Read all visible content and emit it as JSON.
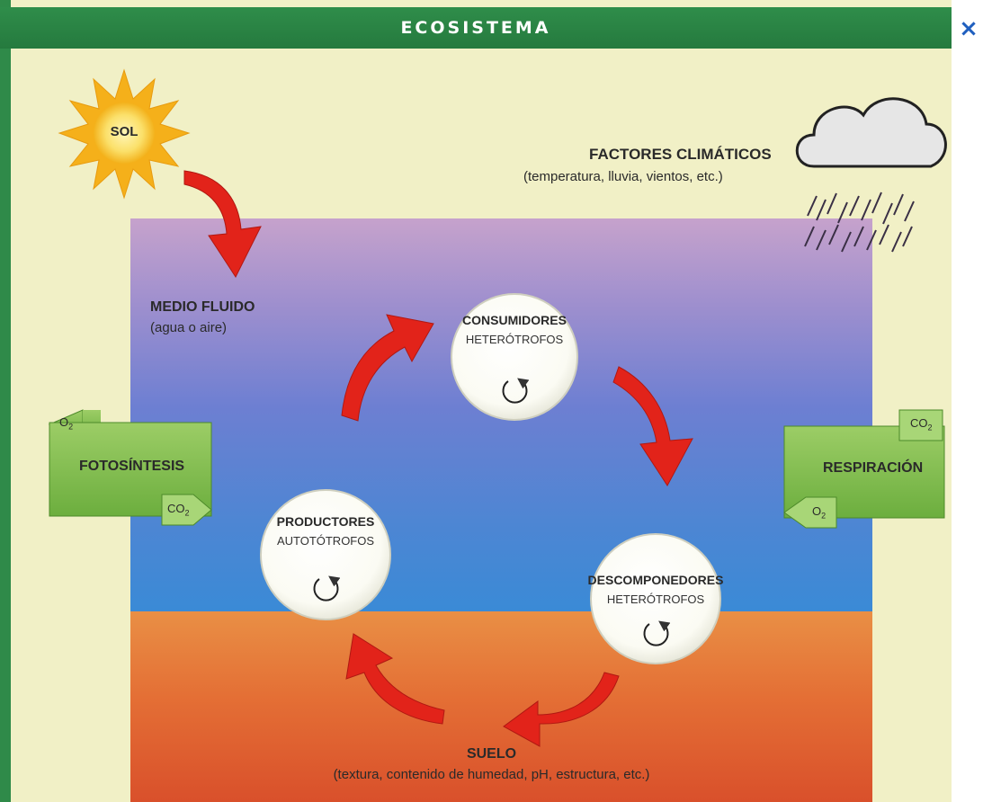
{
  "header": {
    "title": "ECOSISTEMA",
    "close_label": "×"
  },
  "sun": {
    "label": "SOL"
  },
  "climate": {
    "title": "FACTORES CLIMÁTICOS",
    "subtitle": "(temperatura, lluvia, vientos, etc.)"
  },
  "medium": {
    "title": "MEDIO FLUIDO",
    "subtitle": "(agua o aire)"
  },
  "soil": {
    "title": "SUELO",
    "subtitle": "(textura, contenido de humedad, pH, estructura, etc.)"
  },
  "photosynthesis": {
    "label": "FOTOSÍNTESIS",
    "top_gas": "O",
    "top_sub": "2",
    "bottom_gas": "CO",
    "bottom_sub": "2"
  },
  "respiration": {
    "label": "RESPIRACIÓN",
    "top_gas": "CO",
    "top_sub": "2",
    "bottom_gas": "O",
    "bottom_sub": "2"
  },
  "nodes": {
    "consumers": {
      "title": "CONSUMIDORES",
      "subtitle": "HETERÓTROFOS"
    },
    "producers": {
      "title": "PRODUCTORES",
      "subtitle": "AUTOTÓTROFOS"
    },
    "decomposers": {
      "title": "DESCOMPONEDORES",
      "subtitle": "HETERÓTROFOS"
    }
  },
  "colors": {
    "frame_green": "#2f8a49",
    "arrow_red": "#e2231a",
    "panel_green": "#7fbf4d",
    "sun_yellow": "#f7c21a",
    "close_blue": "#1f5fbf"
  }
}
